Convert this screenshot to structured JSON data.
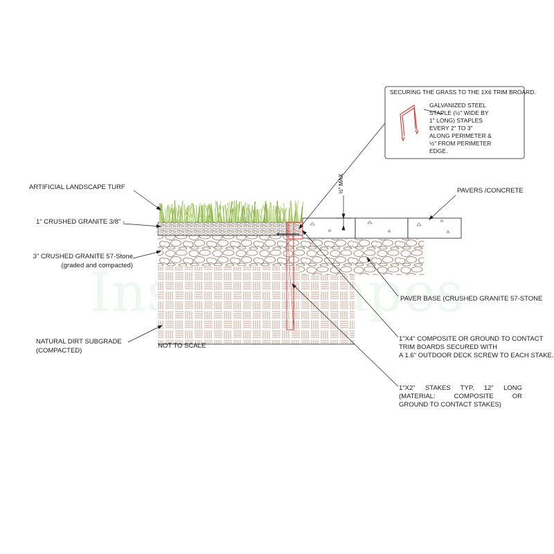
{
  "watermark": "InstallScapes",
  "callout": {
    "title": "SECURING THE GRASS TO THE 1X6 TRIM BROARD.",
    "lines": [
      "GALVANIZED  STEEL",
      "STAPLE (½\" WIDE BY",
      "1\" LONG) STAPLES",
      "EVERY 2\" TO 3\"",
      "ALONG PERIMETER &",
      "½\" FROM PERIMETER",
      "EDGE."
    ]
  },
  "labels": {
    "turf": "ARTIFICIAL LANDSCAPE TURF",
    "granite_fine": "1\" CRUSHED GRANITE  3/8\" -",
    "granite_57_line1": "3\" CRUSHED GRANITE 57-Stone",
    "granite_57_line2": "(graded and compacted)",
    "subgrade_line1": "NATURAL DIRT SUBGRADE",
    "subgrade_line2": "(COMPACTED)",
    "not_to_scale": "NOT TO SCALE",
    "pavers": "PAVERS /CONCRETE",
    "max": "½\" MAX",
    "paver_base": "PAVER BASE (CRUSHED GRANITE 57-STONE",
    "trim_board": [
      "1\"X4\" COMPOSITE OR GROUND TO CONTACT",
      "TRIM BOARDS SECURED WITH",
      "A 1.6\" OUTDOOR DECK SCREW TO EACH STAKE."
    ],
    "stakes": [
      "1\"X2\"  STAKES  TYP.  12\"  LONG",
      "(MATERIAL:   COMPOSITE     OR",
      "GROUND TO CONTACT STAKES)"
    ]
  },
  "colors": {
    "line": "#1a1a1a",
    "soil": "#b07a5a",
    "stake": "#e0352f",
    "grass_light": "#b9d77a",
    "grass_dark": "#7fae3e"
  }
}
